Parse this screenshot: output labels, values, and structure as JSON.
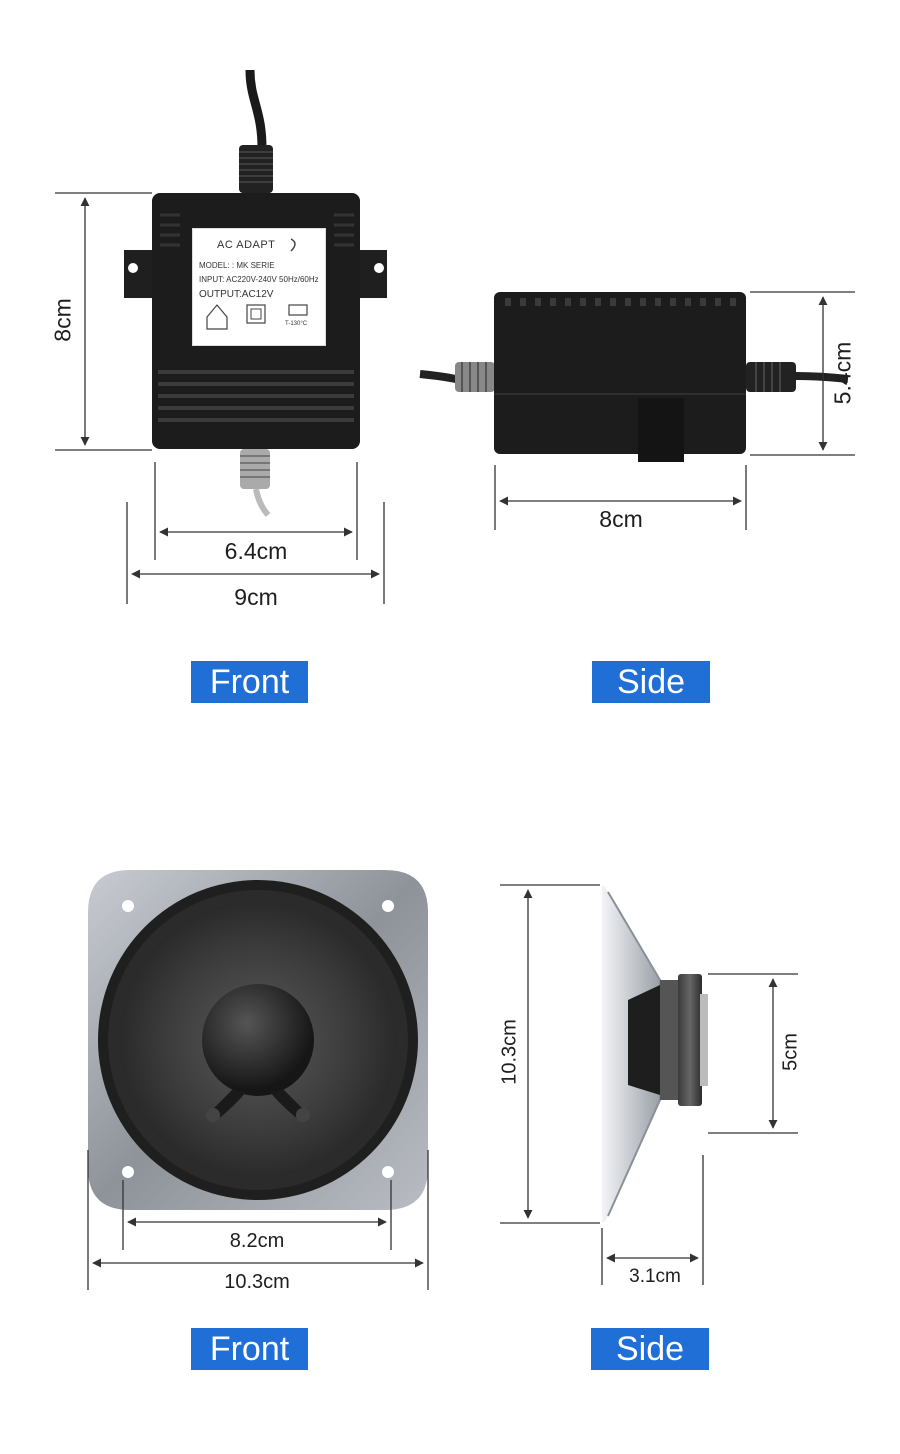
{
  "adapter": {
    "front": {
      "height_label": "8cm",
      "inner_width_label": "6.4cm",
      "outer_width_label": "9cm",
      "badge": "Front"
    },
    "side": {
      "height_label": "5.4cm",
      "width_label": "8cm",
      "badge": "Side"
    },
    "label": {
      "title": "AC  ADAPT",
      "model": "MODEL: : MK SERIE",
      "input": "INPUT: AC220V-240V  50Hz/60Hz",
      "output": "OUTPUT:AC12V",
      "temp": "T-130°C"
    }
  },
  "speaker": {
    "front": {
      "inner_width_label": "8.2cm",
      "outer_width_label": "10.3cm",
      "badge": "Front"
    },
    "side": {
      "height_label": "10.3cm",
      "magnet_label": "5cm",
      "depth_label": "3.1cm",
      "badge": "Side"
    }
  },
  "colors": {
    "badge_bg": "#1f6fd6",
    "badge_text": "#ffffff",
    "dimension_line": "#333333",
    "product_dark": "#1c1c1c"
  }
}
